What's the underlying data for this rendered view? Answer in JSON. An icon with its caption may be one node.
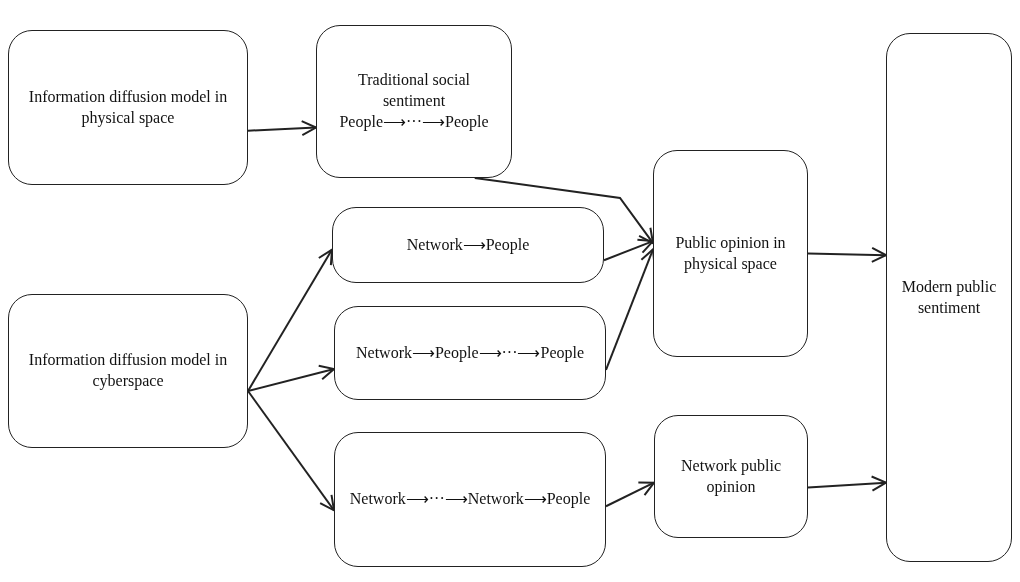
{
  "diagram": {
    "nodes": [
      {
        "text": [
          "Information diffusion model in physical space"
        ]
      },
      {
        "text": [
          "Traditional social sentiment",
          "People⟶···⟶People"
        ]
      },
      {
        "text": [
          "Network⟶People"
        ]
      },
      {
        "text": [
          "Public opinion in physical space"
        ]
      },
      {
        "text": [
          "Modern public sentiment"
        ]
      },
      {
        "text": [
          "Information diffusion model in cyberspace"
        ]
      },
      {
        "text": [
          "Network⟶People⟶···⟶People"
        ]
      },
      {
        "text": [
          "Network⟶···⟶Network⟶People"
        ]
      },
      {
        "text": [
          "Network public opinion"
        ]
      }
    ],
    "edges": [
      {
        "from": 0,
        "to": 1,
        "arrow": "to"
      },
      {
        "from": 1,
        "to": 3,
        "arrow": "to"
      },
      {
        "from": 2,
        "to": 3,
        "arrow": "to"
      },
      {
        "from": 6,
        "to": 3,
        "arrow": "to"
      },
      {
        "from": 5,
        "to": 2,
        "arrow": "to"
      },
      {
        "from": 5,
        "to": 6,
        "arrow": "to"
      },
      {
        "from": 5,
        "to": 7,
        "arrow": "to"
      },
      {
        "from": 7,
        "to": 8,
        "arrow": "to"
      },
      {
        "from": 3,
        "to": 4,
        "arrow": "to"
      },
      {
        "from": 8,
        "to": 4,
        "arrow": "to"
      }
    ]
  }
}
